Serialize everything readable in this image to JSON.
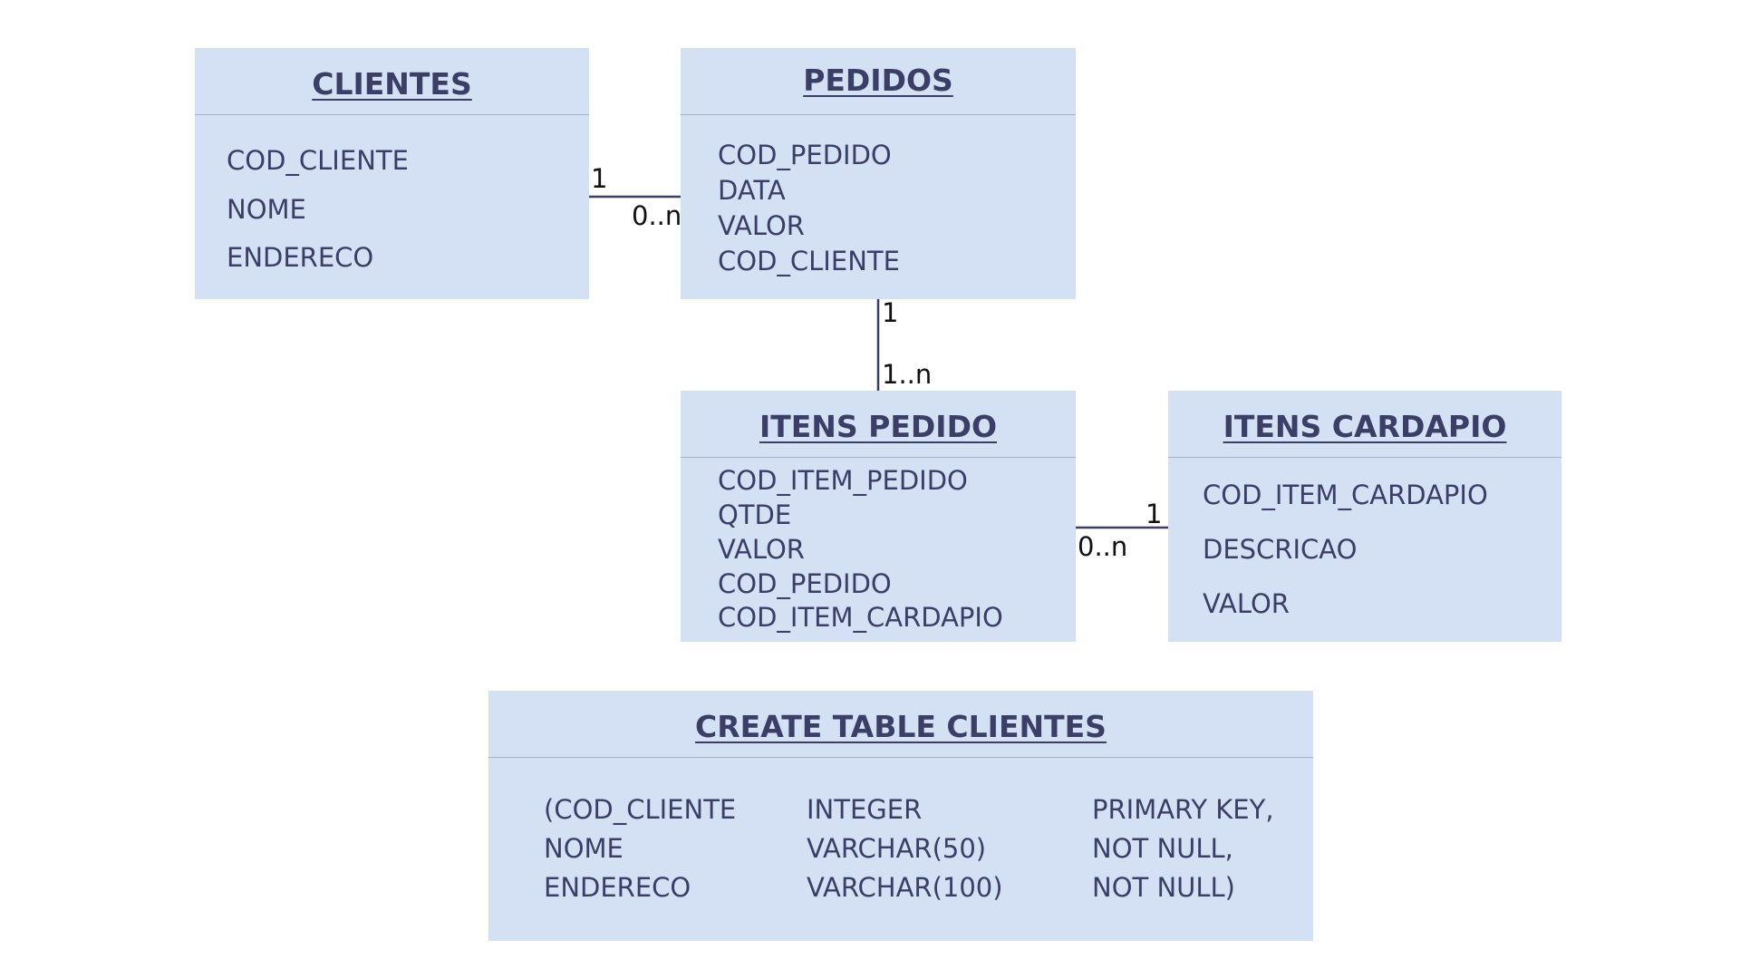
{
  "entities": {
    "clientes": {
      "title": "CLIENTES",
      "attributes": [
        "COD_CLIENTE",
        "NOME",
        "ENDERECO"
      ]
    },
    "pedidos": {
      "title": "PEDIDOS",
      "attributes": [
        "COD_PEDIDO",
        "DATA",
        "VALOR",
        "COD_CLIENTE"
      ]
    },
    "itens_pedido": {
      "title": "ITENS PEDIDO",
      "attributes": [
        "COD_ITEM_PEDIDO",
        "QTDE",
        "VALOR",
        "COD_PEDIDO",
        "COD_ITEM_CARDAPIO"
      ]
    },
    "itens_cardapio": {
      "title": "ITENS CARDAPIO",
      "attributes": [
        "COD_ITEM_CARDAPIO",
        "DESCRICAO",
        "VALOR"
      ]
    }
  },
  "relationships": {
    "clientes_pedidos": {
      "from_mult": "1",
      "to_mult": "0..n"
    },
    "pedidos_itens": {
      "from_mult": "1",
      "to_mult": "1..n"
    },
    "cardapio_itens": {
      "from_mult": "1",
      "to_mult": "0..n"
    }
  },
  "create_table": {
    "title": "CREATE TABLE CLIENTES",
    "rows": [
      {
        "column": "(COD_CLIENTE",
        "type": "INTEGER",
        "constraint": "PRIMARY KEY,"
      },
      {
        "column": "NOME",
        "type": "VARCHAR(50)",
        "constraint": "NOT NULL,"
      },
      {
        "column": "ENDERECO",
        "type": "VARCHAR(100)",
        "constraint": "NOT NULL)"
      }
    ]
  },
  "colors": {
    "entity_fill": "#d4e1f5",
    "text": "#3b3f66",
    "divider": "#a7b2c6",
    "connector": "#3b3f66"
  }
}
